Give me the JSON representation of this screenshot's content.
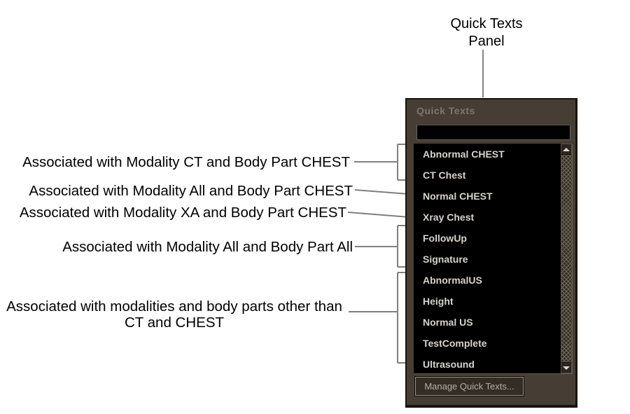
{
  "callout": {
    "lines": [
      "Quick Texts",
      "Panel"
    ]
  },
  "annotations": [
    {
      "text": "Associated with Modality CT and Body Part CHEST"
    },
    {
      "text": "Associated with Modality All and Body Part CHEST"
    },
    {
      "text": "Associated with Modality XA and Body Part CHEST"
    },
    {
      "text": "Associated with Modality All and Body Part All"
    },
    {
      "lines": [
        "Associated with modalities and body parts other than",
        "CT and CHEST"
      ]
    }
  ],
  "panel": {
    "title": "Quick Texts",
    "search": {
      "value": "",
      "placeholder": ""
    },
    "items": [
      "Abnormal CHEST",
      "CT Chest",
      "Normal CHEST",
      "Xray Chest",
      "FollowUp",
      "Signature",
      "AbnormalUS",
      "Height",
      "Normal US",
      "TestComplete",
      "Ultrasound"
    ],
    "manage_button_label": "Manage Quick Texts...",
    "icons": [
      "scroll-up-icon",
      "scroll-down-icon"
    ],
    "colors": {
      "panel_bg": "#463e34",
      "panel_border": "#17120c",
      "title_text": "#7d7669",
      "list_bg": "#000000",
      "item_text": "#d7d3ca",
      "button_bg": "#332d26",
      "button_border": "#968f82",
      "button_text": "#b3afa5",
      "connector_gray": "#7f7f7f",
      "annotation_text": "#000000"
    }
  }
}
